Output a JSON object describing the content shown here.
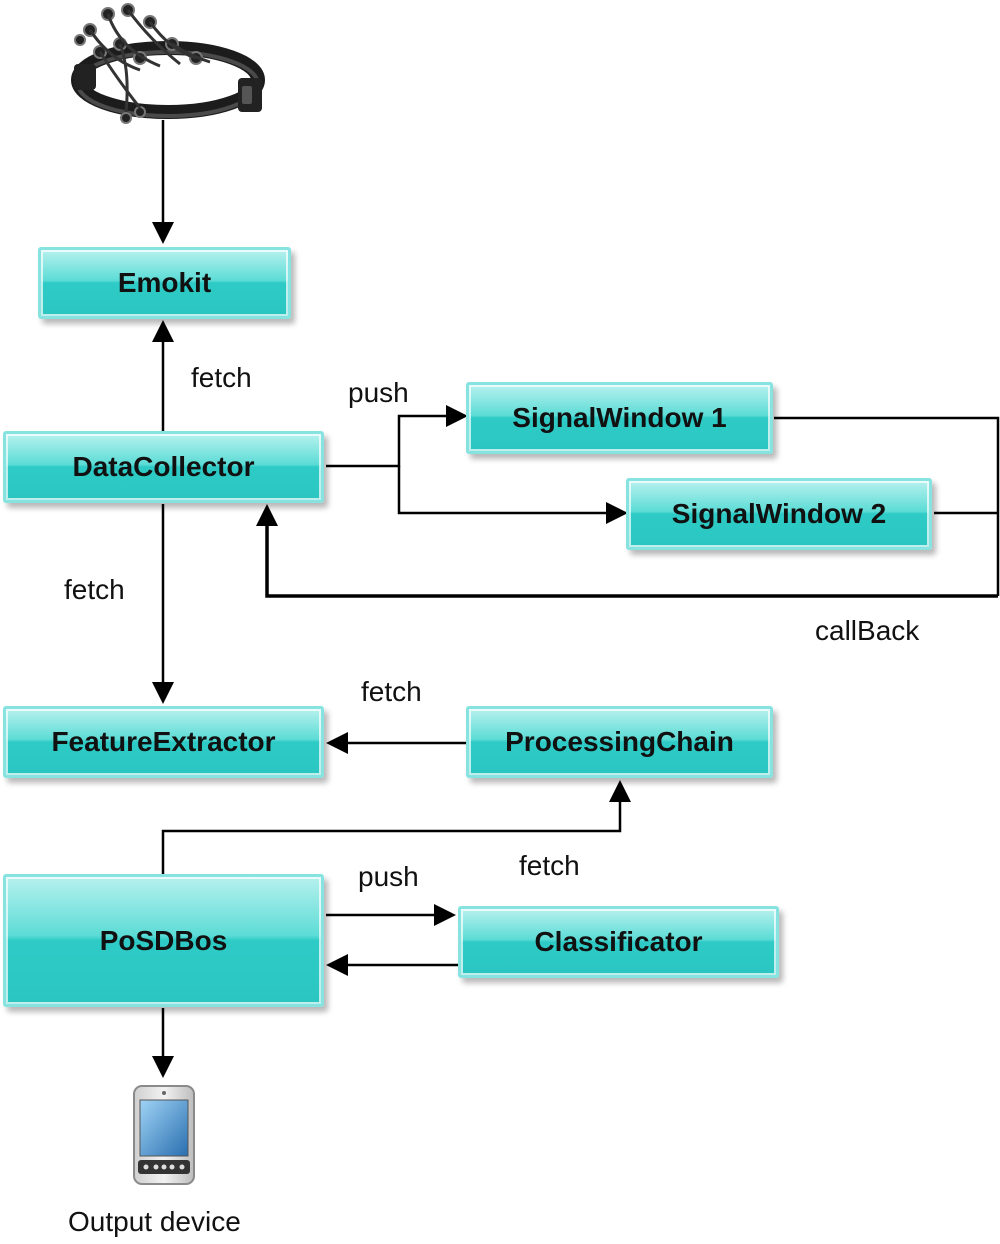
{
  "nodes": {
    "emokit": "Emokit",
    "datacollector": "DataCollector",
    "signalwindow1": "SignalWindow 1",
    "signalwindow2": "SignalWindow 2",
    "featureextractor": "FeatureExtractor",
    "processingchain": "ProcessingChain",
    "posdbos": "PoSDBos",
    "classificator": "Classificator"
  },
  "edge_labels": {
    "datacollector_to_emokit": "fetch",
    "datacollector_to_signalwindows": "push",
    "datacollector_to_featureextractor": "fetch",
    "callback": "callBack",
    "processingchain_to_featureextractor": "fetch",
    "posdbos_to_processingchain": "fetch",
    "posdbos_to_classificator": "push"
  },
  "devices": {
    "input": {
      "icon": "eeg-headset-icon"
    },
    "output": {
      "icon": "mobile-device-icon",
      "label": "Output device"
    }
  },
  "colors": {
    "node_fill": "#2ecbc6",
    "node_border": "#87e3df",
    "edge": "#000000"
  }
}
